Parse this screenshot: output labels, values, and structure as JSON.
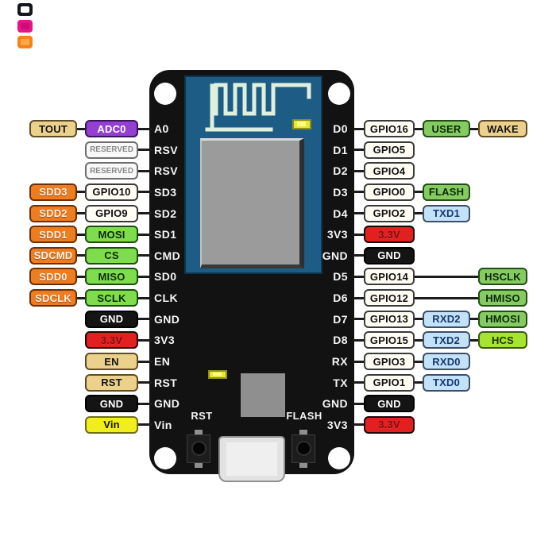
{
  "watermark_icons": [
    {
      "name": "black-square-icon",
      "color": "#15151d",
      "inner": "#ffffff"
    },
    {
      "name": "magenta-square-icon",
      "color": "#e6138c",
      "inner": "#cf0b76"
    },
    {
      "name": "orange-square-icon",
      "color": "#f5831d",
      "inner": "#f9aa45"
    }
  ],
  "palette": {
    "tan": "#ecd18d",
    "purple": "#9340d2",
    "reserved_fill": "#f8f8f8",
    "orange": "#ee7d20",
    "white_box": "#fffdf4",
    "green_bright": "#7fdd4d",
    "green_medium": "#85cb62",
    "lime": "#a6e431",
    "blue_light": "#c3e1f8",
    "red": "#e32020",
    "black_box": "#141414",
    "yellow": "#f0ef1d",
    "pcb": "#121212",
    "module_blue": "#1d5c84",
    "shield_gray": "#9b9b9b",
    "led_yellow": "#e8e832"
  },
  "board": {
    "silkscreen_rst": "RST",
    "silkscreen_flash": "FLASH"
  },
  "rows": [
    {
      "pin_left": "A0",
      "pin_right": "D0",
      "left": [
        {
          "label": "TOUT",
          "type": "tan",
          "col": 0
        },
        {
          "label": "ADC0",
          "type": "purple",
          "col": 1
        }
      ],
      "right": [
        {
          "label": "GPIO16",
          "type": "white",
          "col": 0
        },
        {
          "label": "USER",
          "type": "green2",
          "col": 1
        },
        {
          "label": "WAKE",
          "type": "tan",
          "col": 2
        }
      ]
    },
    {
      "pin_left": "RSV",
      "pin_right": "D1",
      "left": [
        {
          "label": "RESERVED",
          "type": "reserved",
          "col": 1
        }
      ],
      "right": [
        {
          "label": "GPIO5",
          "type": "white",
          "col": 0
        }
      ]
    },
    {
      "pin_left": "RSV",
      "pin_right": "D2",
      "left": [
        {
          "label": "RESERVED",
          "type": "reserved",
          "col": 1
        }
      ],
      "right": [
        {
          "label": "GPIO4",
          "type": "white",
          "col": 0
        }
      ]
    },
    {
      "pin_left": "SD3",
      "pin_right": "D3",
      "left": [
        {
          "label": "SDD3",
          "type": "orange",
          "col": 0
        },
        {
          "label": "GPIO10",
          "type": "white",
          "col": 1
        }
      ],
      "right": [
        {
          "label": "GPIO0",
          "type": "white",
          "col": 0
        },
        {
          "label": "FLASH",
          "type": "green2",
          "col": 1
        }
      ]
    },
    {
      "pin_left": "SD2",
      "pin_right": "D4",
      "left": [
        {
          "label": "SDD2",
          "type": "orange",
          "col": 0
        },
        {
          "label": "GPIO9",
          "type": "white",
          "col": 1
        }
      ],
      "right": [
        {
          "label": "GPIO2",
          "type": "white",
          "col": 0
        },
        {
          "label": "TXD1",
          "type": "blue",
          "col": 1
        }
      ]
    },
    {
      "pin_left": "SD1",
      "pin_right": "3V3",
      "left": [
        {
          "label": "SDD1",
          "type": "orange",
          "col": 0
        },
        {
          "label": "MOSI",
          "type": "green",
          "col": 1
        }
      ],
      "right": [
        {
          "label": "3.3V",
          "type": "red",
          "col": 0
        }
      ]
    },
    {
      "pin_left": "CMD",
      "pin_right": "GND",
      "left": [
        {
          "label": "SDCMD",
          "type": "orange",
          "col": 0
        },
        {
          "label": "CS",
          "type": "green",
          "col": 1
        }
      ],
      "right": [
        {
          "label": "GND",
          "type": "black",
          "col": 0
        }
      ]
    },
    {
      "pin_left": "SD0",
      "pin_right": "D5",
      "left": [
        {
          "label": "SDD0",
          "type": "orange",
          "col": 0
        },
        {
          "label": "MISO",
          "type": "green",
          "col": 1
        }
      ],
      "right": [
        {
          "label": "GPIO14",
          "type": "white",
          "col": 0
        },
        {
          "label": "HSCLK",
          "type": "green2",
          "col": 2
        }
      ]
    },
    {
      "pin_left": "CLK",
      "pin_right": "D6",
      "left": [
        {
          "label": "SDCLK",
          "type": "orange",
          "col": 0
        },
        {
          "label": "SCLK",
          "type": "green",
          "col": 1
        }
      ],
      "right": [
        {
          "label": "GPIO12",
          "type": "white",
          "col": 0
        },
        {
          "label": "HMISO",
          "type": "green2",
          "col": 2
        }
      ]
    },
    {
      "pin_left": "GND",
      "pin_right": "D7",
      "left": [
        {
          "label": "GND",
          "type": "black",
          "col": 1
        }
      ],
      "right": [
        {
          "label": "GPIO13",
          "type": "white",
          "col": 0
        },
        {
          "label": "RXD2",
          "type": "blue",
          "col": 1
        },
        {
          "label": "HMOSI",
          "type": "green2",
          "col": 2
        }
      ]
    },
    {
      "pin_left": "3V3",
      "pin_right": "D8",
      "left": [
        {
          "label": "3.3V",
          "type": "red",
          "col": 1
        }
      ],
      "right": [
        {
          "label": "GPIO15",
          "type": "white",
          "col": 0
        },
        {
          "label": "TXD2",
          "type": "blue",
          "col": 1
        },
        {
          "label": "HCS",
          "type": "lime",
          "col": 2
        }
      ]
    },
    {
      "pin_left": "EN",
      "pin_right": "RX",
      "left": [
        {
          "label": "EN",
          "type": "tan",
          "col": 1
        }
      ],
      "right": [
        {
          "label": "GPIO3",
          "type": "white",
          "col": 0
        },
        {
          "label": "RXD0",
          "type": "blue",
          "col": 1
        }
      ]
    },
    {
      "pin_left": "RST",
      "pin_right": "TX",
      "left": [
        {
          "label": "RST",
          "type": "tan",
          "col": 1
        }
      ],
      "right": [
        {
          "label": "GPIO1",
          "type": "white",
          "col": 0
        },
        {
          "label": "TXD0",
          "type": "blue",
          "col": 1
        }
      ]
    },
    {
      "pin_left": "GND",
      "pin_right": "GND",
      "left": [
        {
          "label": "GND",
          "type": "black",
          "col": 1
        }
      ],
      "right": [
        {
          "label": "GND",
          "type": "black",
          "col": 0
        }
      ]
    },
    {
      "pin_left": "Vin",
      "pin_right": "3V3",
      "left": [
        {
          "label": "Vin",
          "type": "yellow",
          "col": 1
        }
      ],
      "right": [
        {
          "label": "3.3V",
          "type": "red",
          "col": 0
        }
      ]
    }
  ]
}
